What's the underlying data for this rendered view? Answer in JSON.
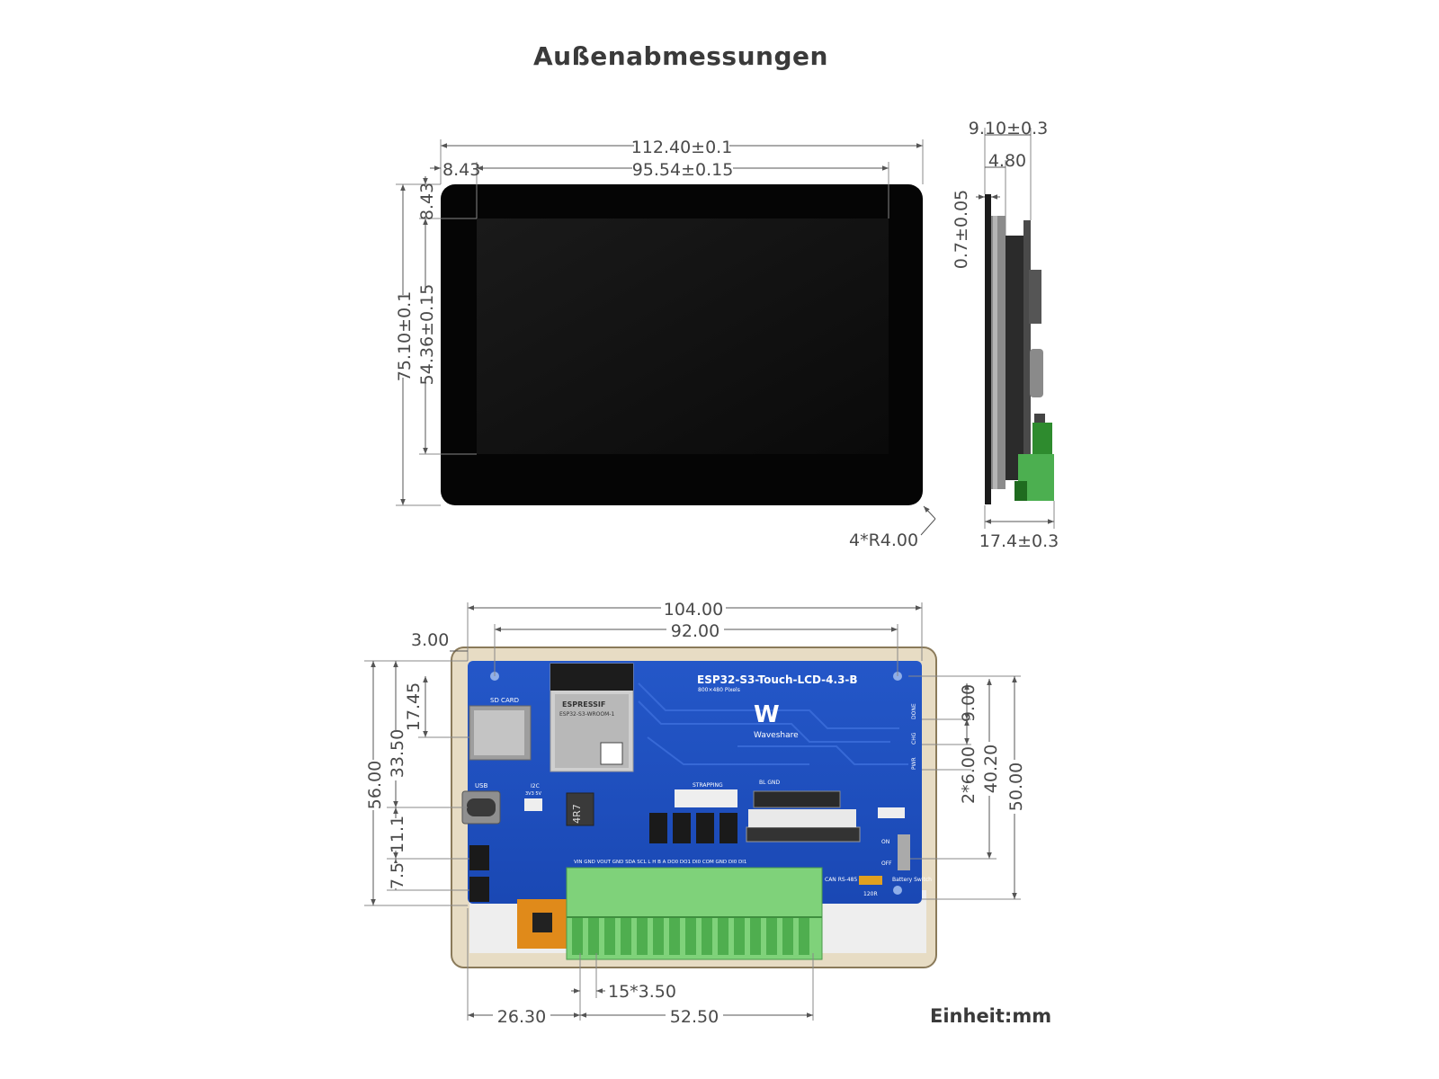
{
  "title": "Außenabmessungen",
  "unit_label": "Einheit:mm",
  "front_view": {
    "total_width": "112.40±0.1",
    "active_width": "95.54±0.15",
    "left_bezel": "8.43",
    "top_bezel": "8.43",
    "total_height": "75.10±0.1",
    "active_height": "54.36±0.15",
    "corner_radius": "4*R4.00"
  },
  "side_view": {
    "total_thickness": "9.10±0.3",
    "pcb_offset": "4.80",
    "glass_thickness": "0.7±0.05",
    "bottom_depth": "17.4±0.3"
  },
  "back_view": {
    "board_width": "104.00",
    "hole_spacing": "92.00",
    "hole_offset": "3.00",
    "height_56": "56.00",
    "height_33": "33.50",
    "sd_offset": "17.45",
    "usb_gap": "11.1",
    "button_gap": "7.5",
    "right_top": "9.00",
    "right_pitch": "2*6.00",
    "right_mid": "40.20",
    "right_total": "50.00",
    "pin_pitch": "15*3.50",
    "terminal_offset": "26.30",
    "terminal_width": "52.50"
  },
  "board": {
    "model": "ESP32-S3-Touch-LCD-4.3-B",
    "resolution": "800×480 Pixels",
    "brand": "Waveshare",
    "module": "ESPRESSIF",
    "module_sub": "ESP32-S3-WROOM-1",
    "sd_label": "SD CARD",
    "usb_label": "USB",
    "i2c_label": "I2C",
    "i2c_pins": "3V3  5V",
    "inductor": "4R7",
    "strapping": "STRAPPING",
    "bl_gnd": "BL GND",
    "done": "DONE",
    "chg": "CHG",
    "pwr": "PWR",
    "on": "ON",
    "off": "OFF",
    "battery_switch": "Battery Switch",
    "can_rs485": "CAN RS-485",
    "r120": "120R",
    "terminal_pins": "VIN GND VOUT GND SDA SCL  L  H  B  A  DO0 DO1 DI0 COM GND DI0 DI1"
  }
}
